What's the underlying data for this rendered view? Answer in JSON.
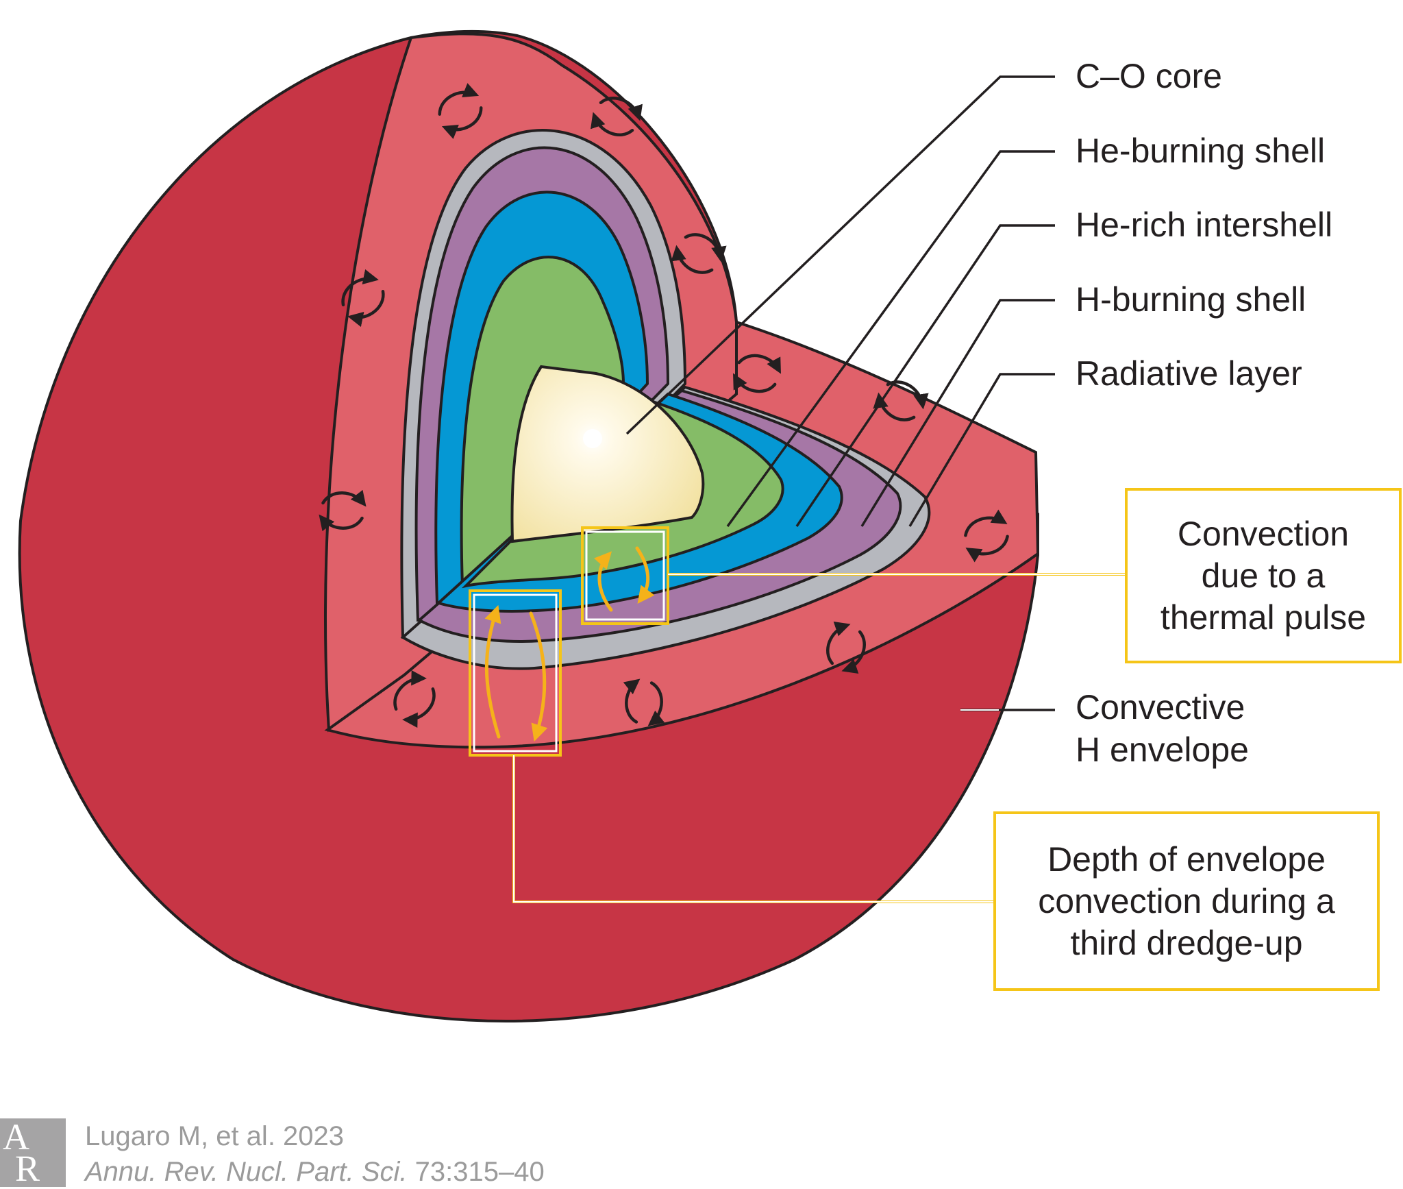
{
  "labels": {
    "co_core": "C–O core",
    "he_burning_shell": "He-burning shell",
    "he_rich_intershell": "He-rich intershell",
    "h_burning_shell": "H-burning shell",
    "radiative_layer": "Radiative layer",
    "convective_line1": "Convective",
    "convective_line2": "H envelope"
  },
  "callouts": {
    "thermal_pulse": [
      "Convection",
      "due to a",
      "thermal pulse"
    ],
    "dredge_up": [
      "Depth of envelope",
      "convection during a",
      "third dredge-up"
    ]
  },
  "credit": {
    "logo_letters": [
      "A",
      "R"
    ],
    "authors": "Lugaro M, et al. 2023",
    "journal": "Annu. Rev. Nucl. Part. Sci.",
    "volume_pages": " 73:315–40"
  },
  "colors": {
    "envelope_outer": "#c73545",
    "envelope_cut": "#e0616a",
    "radiative_layer": "#b6b8be",
    "he_rich_intershell": "#a677a6",
    "h_burning_shell": "#0598d4",
    "he_burning_shell": "#85bc67",
    "core_light": "#fffaea",
    "core_dark": "#efdc91",
    "highlight": "#f5c518",
    "arrow_yellow": "#f5b21a"
  }
}
